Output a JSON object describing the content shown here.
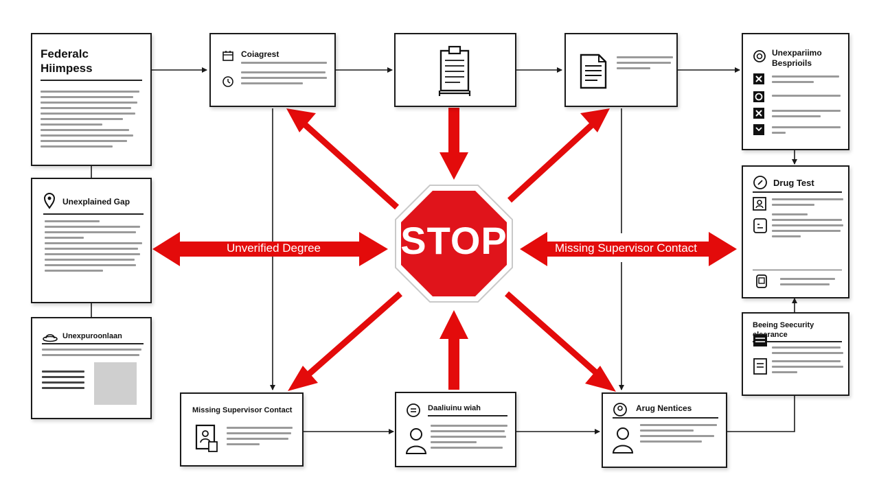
{
  "stop": {
    "label": "STOP"
  },
  "arrows": {
    "left_label": "Unverified Degree",
    "right_label": "Missing Supervisor Contact"
  },
  "boxes": {
    "federal": {
      "title_line1": "Federalc",
      "title_line2": "Hiimpess"
    },
    "congrest": {
      "title": "Coiagrest"
    },
    "gap": {
      "title": "Unexplained Gap"
    },
    "unexpuraonbon": {
      "title": "Unexpuroonlaan"
    },
    "unexpfaime": {
      "title_line1": "Unexpariimo",
      "title_line2": "Besprioils"
    },
    "drug": {
      "title": "Drug Test"
    },
    "security": {
      "title_line1": "Beeing Seecurity",
      "title_line2": "clearance"
    },
    "missing_bottom": {
      "title": "Missing Supervisor Contact"
    },
    "daoliuinu": {
      "title": "Daaliuinu wiah"
    },
    "arug": {
      "title": "Arug Nentices"
    }
  },
  "colors": {
    "accent": "#e30b0b",
    "stop_red": "#e0141b",
    "border": "#1a1a1a",
    "text_placeholder": "#9a9a9a"
  },
  "icons": [
    "calendar-icon",
    "clock-icon",
    "clipboard-icon",
    "document-icon",
    "map-pin-icon",
    "hat-icon",
    "image-placeholder-icon",
    "badge-icon",
    "circle-icon",
    "x-square-icon",
    "target-icon",
    "person-icon",
    "id-card-icon",
    "file-icon",
    "equals-icon",
    "user-avatar-icon",
    "phone-icon"
  ]
}
